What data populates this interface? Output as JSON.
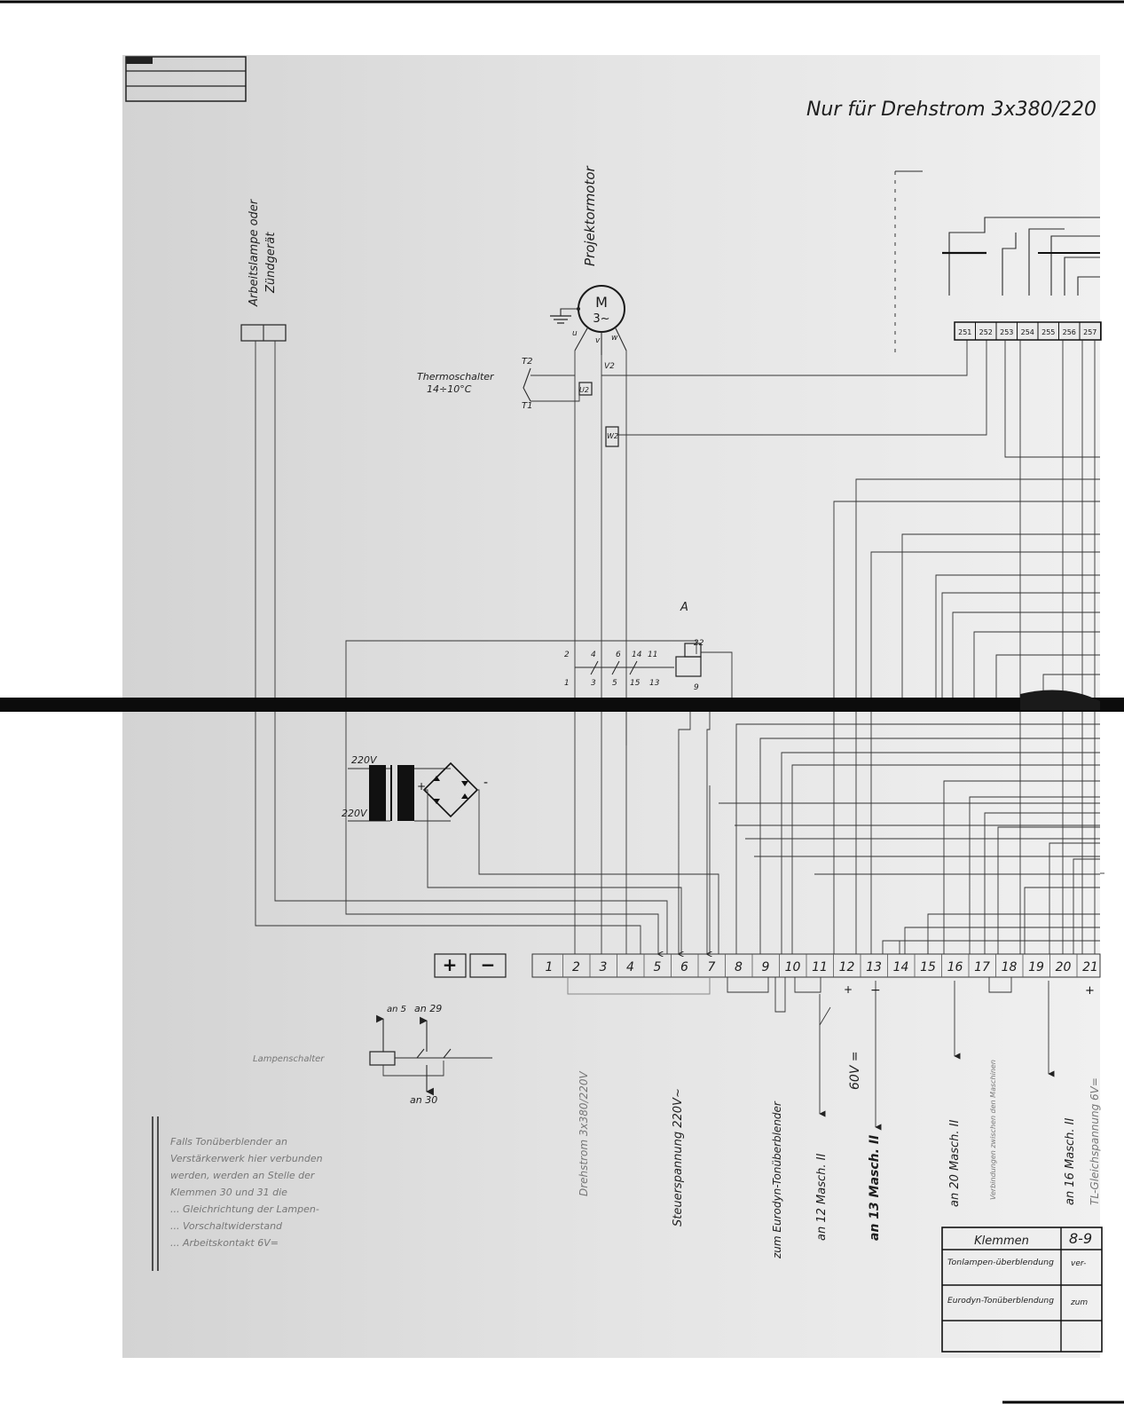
{
  "header": {
    "title": "Nur für Drehstrom 3x380/220"
  },
  "components": {
    "lamp_label_1": "Arbeitslampe oder",
    "lamp_label_2": "Zündgerät",
    "motor_title": "Projektormotor",
    "motor_symbol_top": "M",
    "motor_symbol_bottom": "3~",
    "motor_phases": [
      "u",
      "v",
      "w"
    ],
    "thermo_label_1": "Thermoschalter",
    "thermo_label_2": "14÷10°C",
    "thermo_t1": "T1",
    "thermo_t2": "T2",
    "wire_tags": [
      "V2",
      "U2",
      "W2"
    ],
    "switch_a": "A",
    "switch_top_numbers": [
      "2",
      "4",
      "6",
      "14",
      "11",
      "22"
    ],
    "switch_bottom_numbers": [
      "1",
      "3",
      "5",
      "15",
      "13",
      "9"
    ],
    "transformer_primary": "220V",
    "transformer_secondary": "220V",
    "rectifier_plus": "+",
    "rectifier_minus": "-",
    "lamp_switch_label": "Lampenschalter",
    "lamp_switch_to": [
      "an 5",
      "an 29",
      "an 30"
    ]
  },
  "relay_block": {
    "terminals": [
      "251",
      "252",
      "253",
      "254",
      "255",
      "256",
      "257"
    ]
  },
  "terminal_strip": {
    "plus": "+",
    "minus": "−",
    "numbers": [
      "1",
      "2",
      "3",
      "4",
      "5",
      "6",
      "7",
      "8",
      "9",
      "10",
      "11",
      "12",
      "13",
      "14",
      "15",
      "16",
      "17",
      "18",
      "19",
      "20",
      "21"
    ]
  },
  "bottom_labels": {
    "l_drehstrom": "Drehstrom 3x380/220V",
    "l_steuer": "Steuerspannung 220V~",
    "l_eurodyn": "zum Eurodyn-Tonüberblender",
    "l_an12": "an 12 Masch. II",
    "l_60v": "60V =",
    "l_an13": "an 13 Masch. II",
    "l_an20": "an 20 Masch. II",
    "l_an16": "an 16 Masch. II",
    "l_tl": "TL-Gleichspannung 6V=",
    "l_fuer": "Verbindungen zwischen den Maschinen",
    "plus12": "+",
    "minus13": "−",
    "plus21": "+"
  },
  "note": {
    "lines": [
      "Falls Tonüberblender an",
      "Verstärkerwerk hier verbunden",
      "werden, werden an Stelle der",
      "Klemmen 30 und 31 die",
      "... Gleichrichtung der Lampen-",
      "... Vorschaltwiderstand",
      "... Arbeitskontakt 6V="
    ]
  },
  "table": {
    "col1": "Klemmen",
    "col2": "8-9",
    "row1": "Tonlampen-überblendung",
    "row1_val": "ver-",
    "row2": "Eurodyn-Tonüberblendung",
    "row2_val": "zum"
  }
}
